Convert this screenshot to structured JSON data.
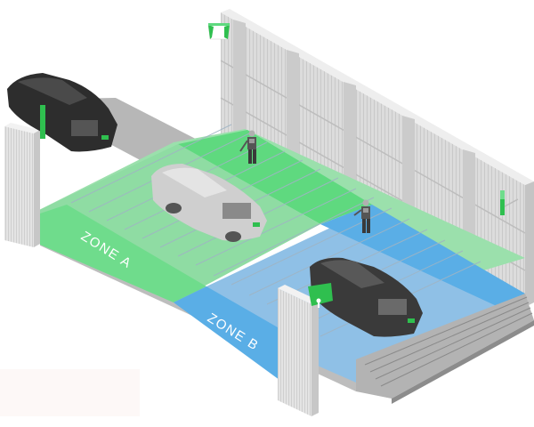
{
  "scene": {
    "title": "Isometric vehicle assembly floor with zoned safety areas",
    "zones": [
      {
        "id": "zone-a",
        "label": "ZONE A",
        "color": "#6fdc8c"
      },
      {
        "id": "zone-b",
        "label": "ZONE B",
        "color": "#5aaee6"
      }
    ],
    "colors": {
      "zone_a_green": "#6fdc8c",
      "zone_a_bright": "#5fd97f",
      "zone_b_blue": "#5aaee6",
      "floor_grey": "#b9b9b9",
      "wall_grey": "#d8d8d8",
      "indicator_green": "#2fbf4f"
    },
    "vehicles": [
      {
        "id": "car-top-left",
        "body_color": "dark",
        "position": "entry conveyor"
      },
      {
        "id": "car-center",
        "body_color": "silver",
        "position": "zone A"
      },
      {
        "id": "car-right",
        "body_color": "dark",
        "position": "zone B"
      }
    ],
    "workers": [
      {
        "id": "worker-1",
        "zone": "zone A edge"
      },
      {
        "id": "worker-2",
        "zone": "zone B edge"
      }
    ],
    "sensors": [
      {
        "id": "sensor-top-wall"
      },
      {
        "id": "sensor-right-wall"
      },
      {
        "id": "sensor-pillar"
      }
    ]
  }
}
